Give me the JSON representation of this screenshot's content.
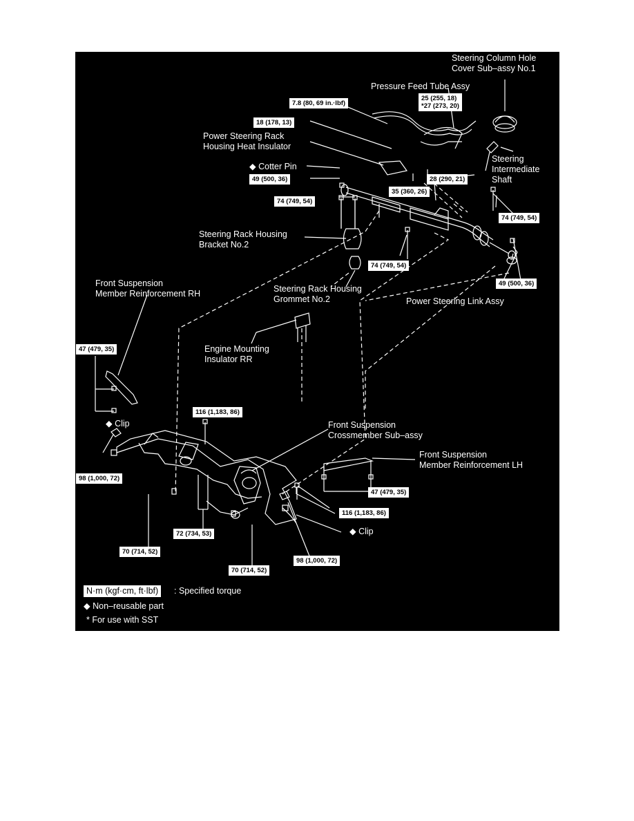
{
  "labels": {
    "steering_column_cover": "Steering Column Hole\nCover Sub–assy No.1",
    "pressure_feed_tube": "Pressure Feed Tube Assy",
    "rack_heat_insulator": "Power Steering Rack\nHousing Heat Insulator",
    "cotter_pin": "◆ Cotter Pin",
    "steering_intermediate_shaft": "Steering\nIntermediate\nShaft",
    "rack_housing_bracket": "Steering Rack Housing\nBracket No.2",
    "front_susp_reinf_rh": "Front Suspension\nMember Reinforcement RH",
    "rack_housing_grommet": "Steering Rack Housing\nGrommet No.2",
    "power_steering_link": "Power Steering Link Assy",
    "engine_mount_rr": "Engine Mounting\nInsulator RR",
    "clip_left": "◆ Clip",
    "front_susp_crossmember": "Front Suspension\nCrossmember Sub–assy",
    "front_susp_reinf_lh": "Front Suspension\nMember Reinforcement LH",
    "clip_right": "◆ Clip"
  },
  "torques": {
    "t_7_8": "7.8 (80, 69 in.·lbf)",
    "t_25": "25 (255, 18)\n*27 (273, 20)",
    "t_18": "18 (178, 13)",
    "t_49_left": "49 (500, 36)",
    "t_28": "28 (290, 21)",
    "t_35": "35 (360, 26)",
    "t_74_upper": "74 (749, 54)",
    "t_74_right": "74 (749, 54)",
    "t_74_mid": "74 (749, 54)",
    "t_49_right": "49 (500, 36)",
    "t_47_left": "47 (479, 35)",
    "t_116_upper": "116 (1,183, 86)",
    "t_98_left": "98 (1,000, 72)",
    "t_47_right": "47 (479, 35)",
    "t_116_right": "116 (1,183, 86)",
    "t_72": "72 (734, 53)",
    "t_70_left": "70 (714, 52)",
    "t_98_right": "98 (1,000, 72)",
    "t_70_bottom": "70 (714, 52)"
  },
  "legend": {
    "box": "N·m (kgf·cm, ft·lbf)",
    "box_desc": ": Specified torque",
    "nonreusable": "◆ Non–reusable part",
    "sst": "* For use with SST"
  }
}
